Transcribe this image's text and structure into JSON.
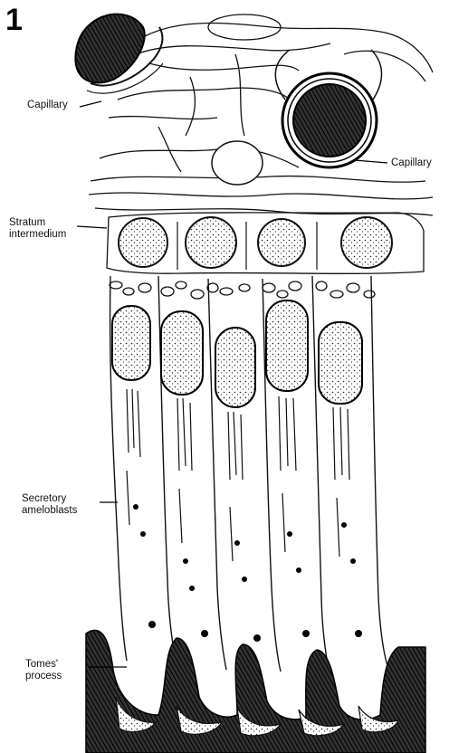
{
  "figure_number": "1",
  "labels": {
    "capillary_left": "Capillary",
    "capillary_right": "Capillary",
    "stratum_intermedium": "Stratum\nintermedium",
    "secretory_ameloblasts": "Secretory\nameloblasts",
    "tomes_process": "Tomes'\nprocess"
  }
}
